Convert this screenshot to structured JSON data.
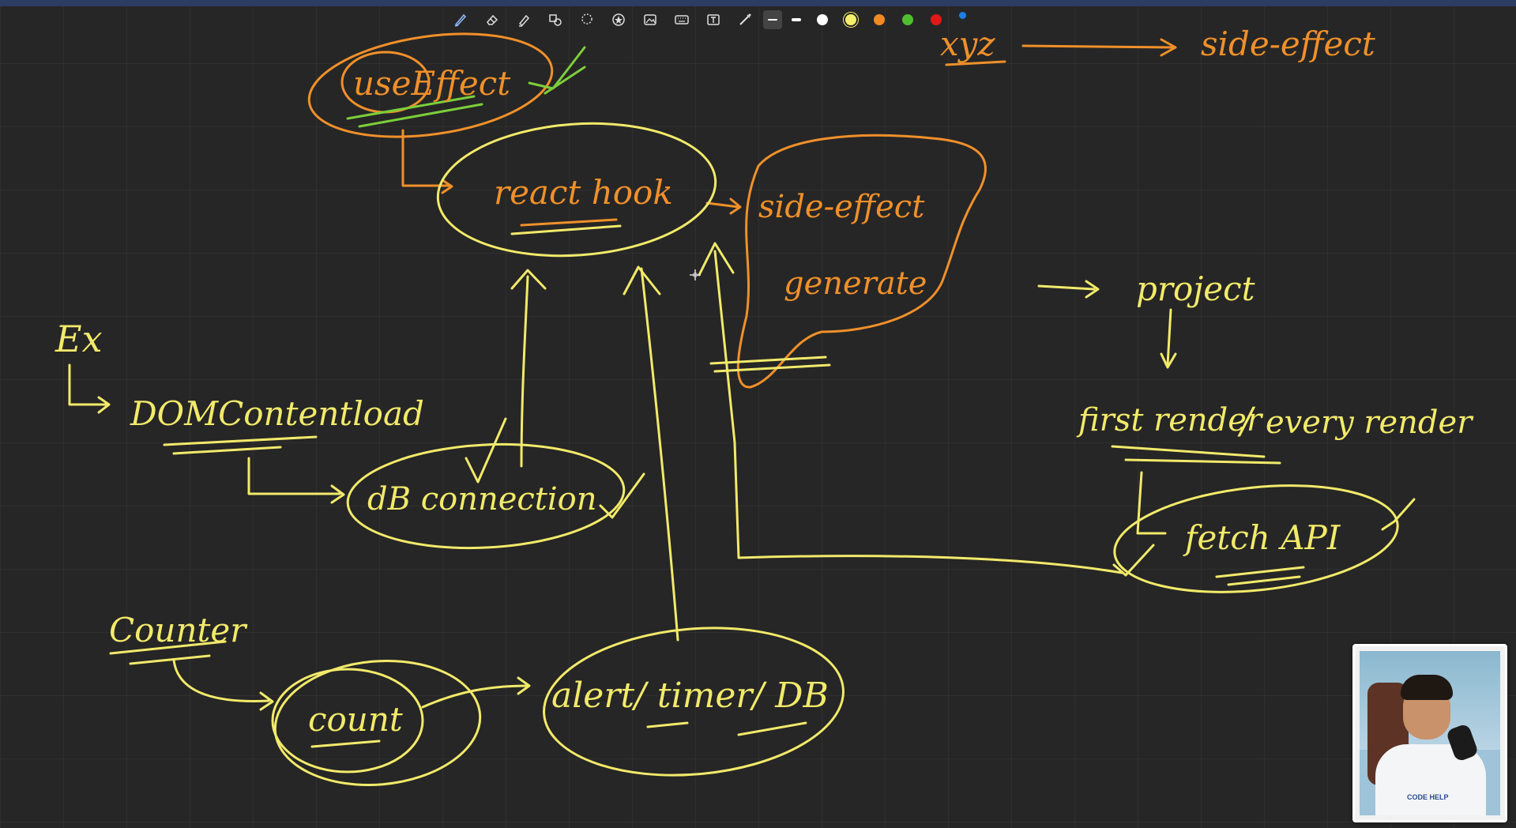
{
  "toolbar": {
    "tools": [
      {
        "name": "pen-tool",
        "icon": "pen-icon"
      },
      {
        "name": "eraser-tool",
        "icon": "eraser-icon"
      },
      {
        "name": "highlighter-tool",
        "icon": "highlighter-icon"
      },
      {
        "name": "shape-tool",
        "icon": "shapes-icon"
      },
      {
        "name": "lasso-tool",
        "icon": "lasso-icon"
      },
      {
        "name": "sticker-tool",
        "icon": "star-icon"
      },
      {
        "name": "image-tool",
        "icon": "image-icon"
      },
      {
        "name": "keyboard-tool",
        "icon": "keyboard-icon"
      },
      {
        "name": "text-tool",
        "icon": "text-box-icon"
      },
      {
        "name": "laser-tool",
        "icon": "laser-pointer-icon"
      }
    ],
    "colors": [
      "#ffffff",
      "#f5f06b",
      "#f08a24",
      "#4fbf2f",
      "#e01818",
      "#1e7fe0"
    ],
    "selected_color": "#f5f06b"
  },
  "board": {
    "use_effect": "useEffect",
    "react_hook": "react hook",
    "side_effect": "side-effect",
    "generate": "generate",
    "xyz": "xyz",
    "side_effect_top": "side-effect",
    "ex": "Ex",
    "dom_content_load": "DOMContentload",
    "db_connection": "dB connection",
    "counter": "Counter",
    "count": "count",
    "alert_timer_db": "alert/ timer/ DB",
    "project": "project",
    "first_render": "first render",
    "every_render": "every render",
    "fetch_api": "fetch API",
    "slash": "/"
  },
  "colors": {
    "background": "#262626",
    "yellow": "#f2ea6a",
    "orange": "#f0902a",
    "green": "#7ccf3a"
  },
  "webcam": {
    "shirt_text": "CODE HELP"
  }
}
